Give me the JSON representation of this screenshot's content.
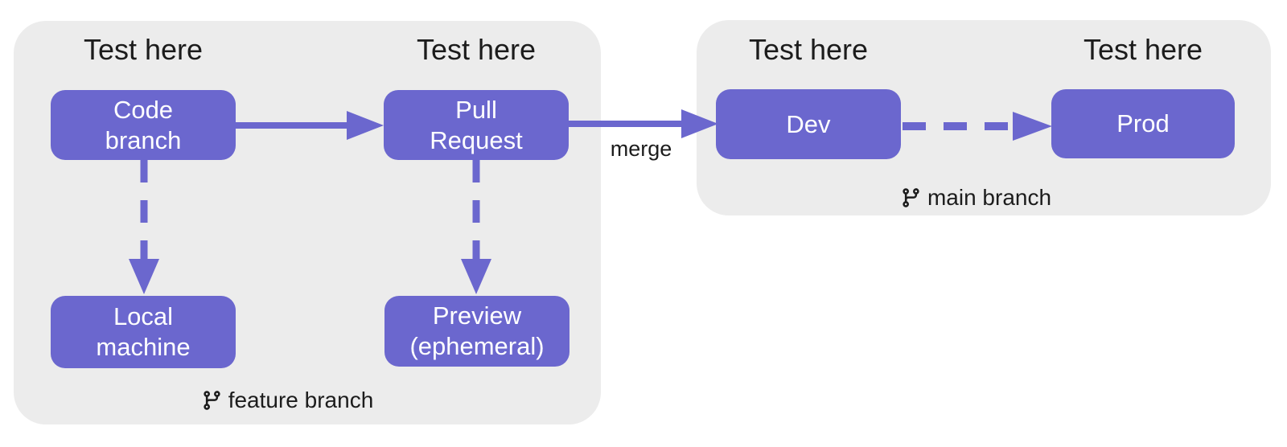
{
  "colors": {
    "accent_purple": "#6b67ce",
    "container_gray": "#ececec",
    "text_dark": "#1c1c1c",
    "box_text": "#ffffff",
    "page_bg": "#ffffff"
  },
  "labels": {
    "test_here_code": "Test here",
    "test_here_pr": "Test here",
    "test_here_dev": "Test here",
    "test_here_prod": "Test here",
    "merge": "merge",
    "feature_branch": "feature branch",
    "main_branch": "main branch"
  },
  "nodes": {
    "code_branch": "Code\nbranch",
    "pull_request": "Pull\nRequest",
    "local_machine": "Local\nmachine",
    "preview": "Preview\n(ephemeral)",
    "dev": "Dev",
    "prod": "Prod"
  }
}
